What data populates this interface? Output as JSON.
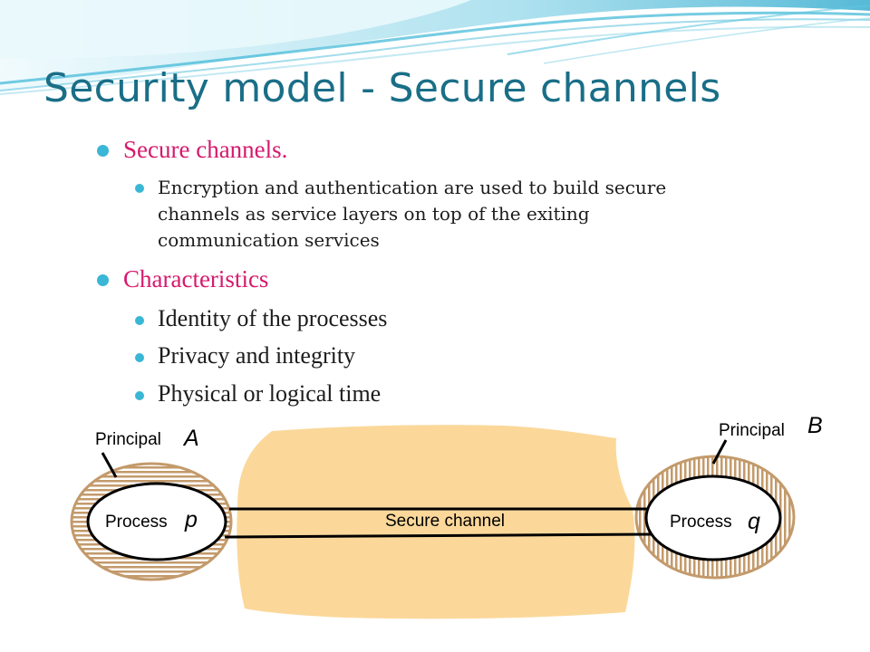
{
  "slide": {
    "title": "Security model - Secure channels",
    "accent_color": "#1a6e87",
    "heading_color": "#d61a6e",
    "bullet_color": "#3ab6d6"
  },
  "bullets": {
    "secure_channels": "Secure channels.",
    "encryption_line1": "Encryption and authentication are used to build secure",
    "encryption_line2": "channels as service layers on top of the exiting",
    "encryption_line3": "communication services",
    "characteristics": "Characteristics",
    "identity": "Identity of the processes",
    "privacy": "Privacy and integrity",
    "time": "Physical or logical time"
  },
  "diagram": {
    "principal_word_a": "Principal",
    "principal_letter_a": "A",
    "principal_word_b": "Principal",
    "principal_letter_b": "B",
    "process_word_p": "Process",
    "process_letter_p": "p",
    "process_word_q": "Process",
    "process_letter_q": "q",
    "channel_label": "Secure channel",
    "cloud_color": "#fbd89a",
    "ring_color": "#c39a6b"
  }
}
